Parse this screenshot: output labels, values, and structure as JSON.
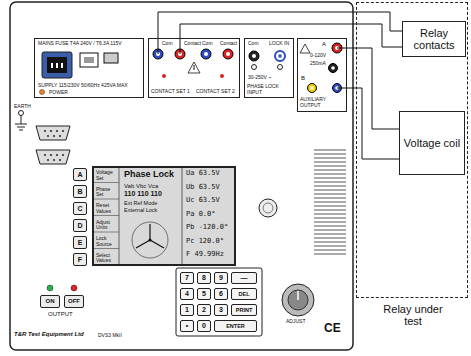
{
  "diagram": {
    "nodes": [
      {
        "text": [
          "MAINS FUSE T4A 240V / T6.3A 115V",
          "SUPPLY 115/230V 50/60Hz 425VA MAX",
          "POWER"
        ]
      },
      {
        "text": [
          "Com",
          "Contact",
          "Com",
          "Contact",
          "CONTACT SET 1",
          "CONTACT SET 2"
        ]
      },
      {
        "text": [
          "Com",
          "LOCK IN",
          "30-250V ~",
          "PHASE LOCK INPUT"
        ]
      },
      {
        "text": [
          "A",
          "0-120V",
          "250mA",
          "B",
          "AUXILIARY OUTPUT"
        ]
      },
      {
        "text": [
          "Voltage Set",
          "Phase Set",
          "Reset Values",
          "Adjust Units",
          "Lock Source",
          "Select Values",
          "Phase Lock",
          "Vab Vbc Vca",
          "110 110 110",
          "Ext Ref Mode",
          "External Lock",
          "Ua 63.5V",
          "Ub 63.5V",
          "Uc 63.5V",
          "Pa 0.0°",
          "Pb -120.0°",
          "Pc 120.0°",
          "F 49.99Hz"
        ]
      },
      {
        "text": [
          "A"
        ]
      },
      {
        "text": [
          "B"
        ]
      },
      {
        "text": [
          "C"
        ]
      },
      {
        "text": [
          "D"
        ]
      },
      {
        "text": [
          "E"
        ]
      },
      {
        "text": [
          "F"
        ]
      },
      {
        "text": [
          "ON"
        ]
      },
      {
        "text": [
          "OFF"
        ]
      },
      {
        "text": [
          "7"
        ]
      },
      {
        "text": [
          "8"
        ]
      },
      {
        "text": [
          "9"
        ]
      },
      {
        "text": [
          "—"
        ]
      },
      {
        "text": [
          "4"
        ]
      },
      {
        "text": [
          "5"
        ]
      },
      {
        "text": [
          "6"
        ]
      },
      {
        "text": [
          "DEL"
        ]
      },
      {
        "text": [
          "1"
        ]
      },
      {
        "text": [
          "2"
        ]
      },
      {
        "text": [
          "3"
        ]
      },
      {
        "text": [
          "PRINT"
        ]
      },
      {
        "text": [
          "•"
        ]
      },
      {
        "text": [
          "0"
        ]
      },
      {
        "text": [
          "ENTER"
        ]
      },
      {
        "text": [
          "Relay under test"
        ]
      },
      {
        "text": [
          "Relay contacts"
        ],
        "in": 28
      },
      {
        "text": [
          "Voltage coil"
        ],
        "in": 28
      }
    ],
    "edges": [
      {
        "from": 1,
        "to": 29,
        "arrow": "none"
      },
      {
        "from": 1,
        "to": 29,
        "arrow": "none"
      },
      {
        "from": 3,
        "to": 30,
        "arrow": "none"
      },
      {
        "from": 3,
        "to": 30,
        "arrow": "none"
      }
    ],
    "labels": [
      "EARTH",
      "OUTPUT",
      "T&R Test Equipment Ltd",
      "DVS3 MkII",
      "ADJUST",
      "CE"
    ]
  }
}
